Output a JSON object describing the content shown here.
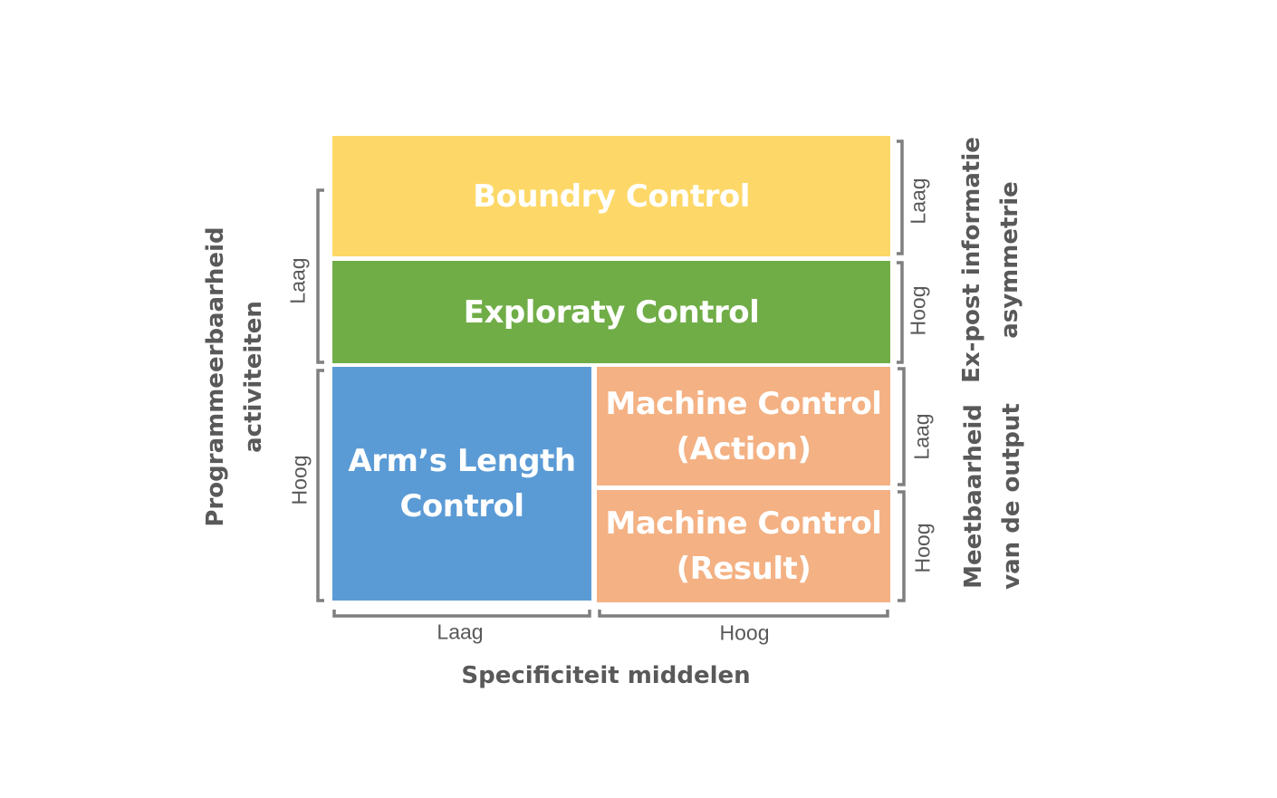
{
  "boxes": {
    "boundry": "Boundry Control",
    "exploraty": "Exploraty Control",
    "arms_line1": "Arm’s Length",
    "arms_line2": "Control",
    "machine_action_line1": "Machine Control",
    "machine_action_line2": "(Action)",
    "machine_result_line1": "Machine Control",
    "machine_result_line2": "(Result)"
  },
  "left_axis": {
    "title_line1": "Programmeerbaarheid",
    "title_line2": "activiteiten",
    "tick_top": "Laag",
    "tick_bottom": "Hoog"
  },
  "bottom_axis": {
    "title": "Specificiteit middelen",
    "tick_left": "Laag",
    "tick_right": "Hoog"
  },
  "right_axis_top": {
    "title_line1": "Ex-post informatie",
    "title_line2": "asymmetrie",
    "tick_top": "Laag",
    "tick_bottom": "Hoog"
  },
  "right_axis_bottom": {
    "title_line1": "Meetbaarheid",
    "title_line2": "van de output",
    "tick_top": "Laag",
    "tick_bottom": "Hoog"
  },
  "colors": {
    "boundry": "#fdd868",
    "exploraty": "#70ad47",
    "arms_length": "#5b9bd5",
    "machine": "#f4b183",
    "label_gray": "#595959",
    "bracket_gray": "#7f7f7f"
  }
}
